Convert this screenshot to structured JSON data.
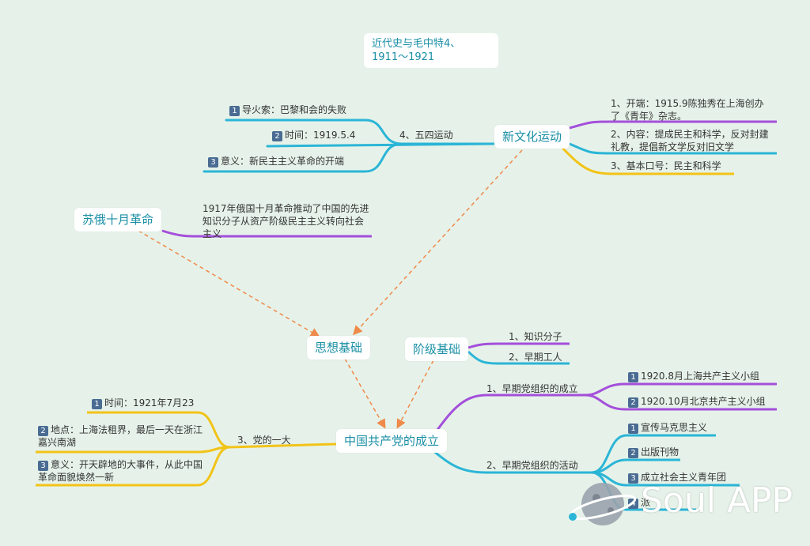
{
  "title": {
    "line1": "近代史与毛中特4、",
    "line2": "1911～1921"
  },
  "central": "中国共产党的成立",
  "branches": {
    "sixiang": "思想基础",
    "jieji": "阶级基础",
    "xinwenhua": "新文化运动",
    "suee": "苏俄十月革命",
    "wusi": "4、五四运动",
    "yida": "3、党的一大",
    "zuzhi": "1、早期党组织的成立",
    "huodong": "2、早期党组织的活动"
  },
  "xinwenhua_items": [
    "1、开端：1915.9陈独秀在上海创办了《青年》杂志。",
    "2、内容：提成民主和科学，反对封建礼教，提倡新文学反对旧文学",
    "3、基本口号：民主和科学"
  ],
  "wusi_items": [
    {
      "num": "1",
      "text": "导火索：巴黎和会的失败"
    },
    {
      "num": "2",
      "text": "时间：1919.5.4"
    },
    {
      "num": "3",
      "text": "意义：新民主主义革命的开端"
    }
  ],
  "suee_note": "1917年俄国十月革命推动了中国的先进知识分子从资产阶级民主主义转向社会主义",
  "jieji_items": [
    "1、知识分子",
    "2、早期工人"
  ],
  "zuzhi_items": [
    {
      "num": "1",
      "text": "1920.8月上海共产主义小组"
    },
    {
      "num": "2",
      "text": "1920.10月北京共产主义小组"
    }
  ],
  "huodong_items": [
    {
      "num": "1",
      "text": "宣传马克思主义"
    },
    {
      "num": "2",
      "text": "出版刊物"
    },
    {
      "num": "3",
      "text": "成立社会主义青年团"
    },
    {
      "num": "4",
      "text": "派"
    }
  ],
  "yida_items": [
    {
      "num": "1",
      "text": "时间：1921年7月23"
    },
    {
      "num": "2",
      "text": "地点：上海法租界，最后一天在浙江嘉兴南湖"
    },
    {
      "num": "3",
      "text": "意义：开天辟地的大事件，从此中国革命面貌焕然一新"
    }
  ],
  "watermark": "Soul APP",
  "colors": {
    "cyan": "#2bb5d6",
    "purple": "#a44fdb",
    "yellow": "#f2c318",
    "orange": "#ef8a4a",
    "node_text": "#1a8fa5",
    "badge": "#4a6c93"
  }
}
